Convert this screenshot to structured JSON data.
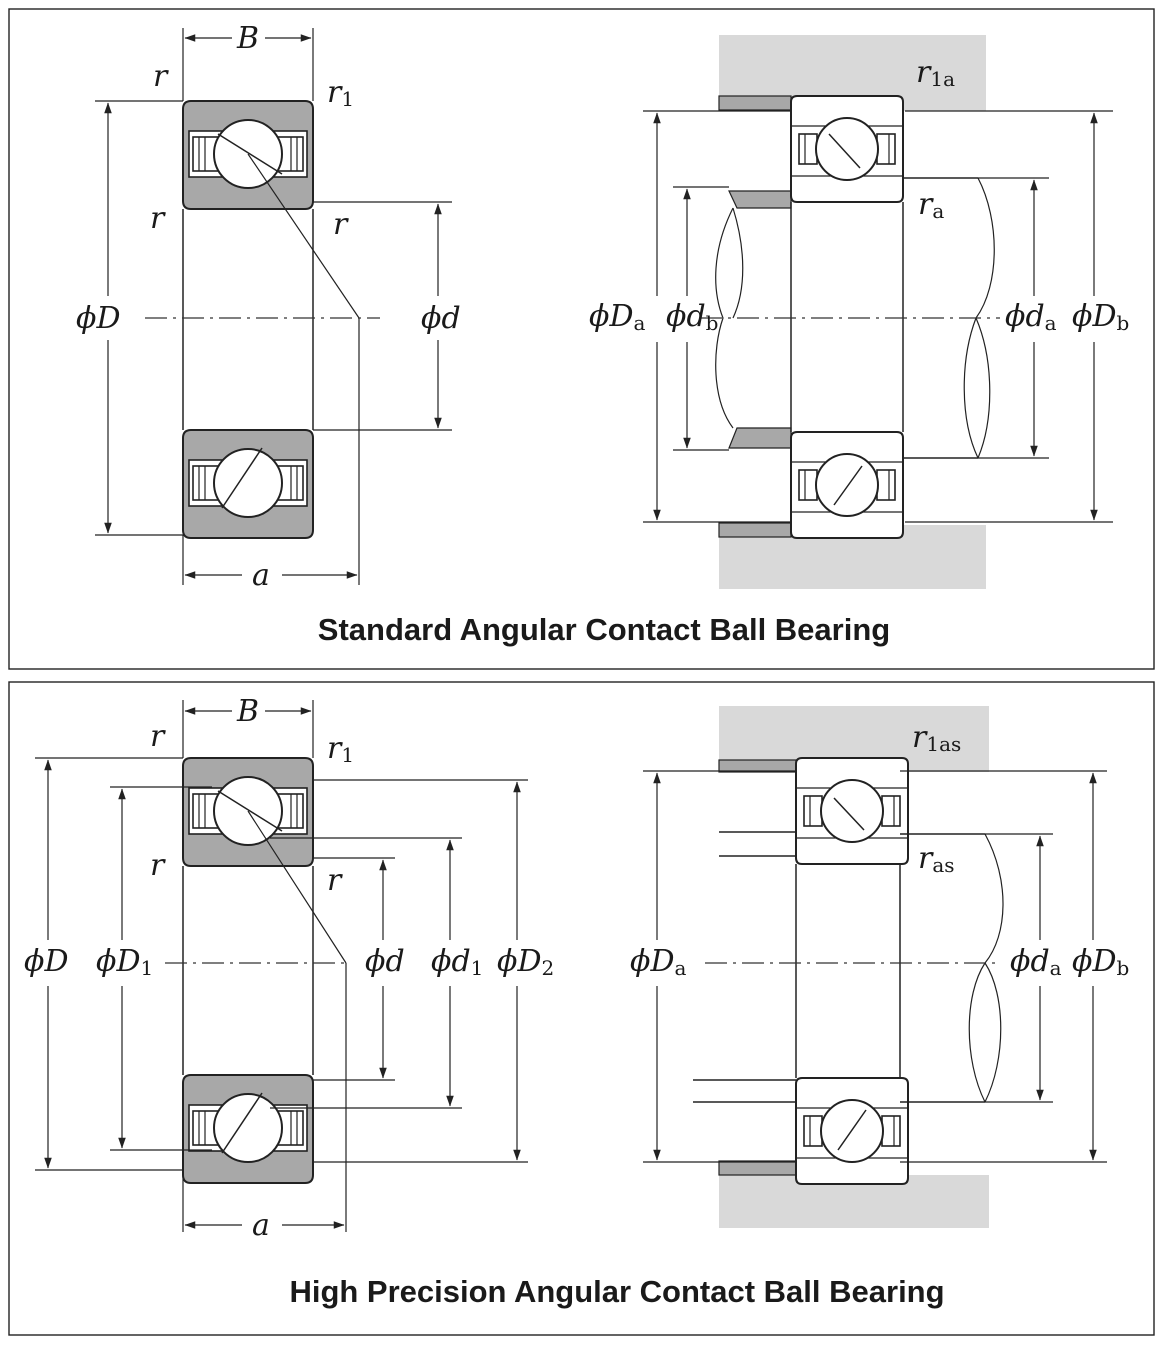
{
  "panels": [
    {
      "title": "Standard Angular Contact Ball Bearing",
      "left": {
        "B": "B",
        "r_top_left": "r",
        "r1": "r",
        "r1_sub": "1",
        "r_mid_left": "r",
        "r_mid_right": "r",
        "D": "ϕD",
        "d": "ϕd",
        "a": "a"
      },
      "right": {
        "r1a": "r",
        "r1a_sub": "1a",
        "ra": "r",
        "ra_sub": "a",
        "Da": "ϕD",
        "Da_sub": "a",
        "db": "ϕd",
        "db_sub": "b",
        "da": "ϕd",
        "da_sub": "a",
        "Db": "ϕD",
        "Db_sub": "b"
      }
    },
    {
      "title": "High Precision Angular Contact Ball Bearing",
      "left": {
        "B": "B",
        "r_top_left": "r",
        "r1": "r",
        "r1_sub": "1",
        "r_mid_left": "r",
        "r_mid_right": "r",
        "D": "ϕD",
        "D1": "ϕD",
        "D1_sub": "1",
        "d": "ϕd",
        "d1": "ϕd",
        "d1_sub": "1",
        "D2": "ϕD",
        "D2_sub": "2",
        "a": "a"
      },
      "right": {
        "r1as": "r",
        "r1as_sub": "1as",
        "ras": "r",
        "ras_sub": "as",
        "Da": "ϕD",
        "Da_sub": "a",
        "da": "ϕd",
        "da_sub": "a",
        "Db": "ϕD",
        "Db_sub": "b"
      }
    }
  ]
}
